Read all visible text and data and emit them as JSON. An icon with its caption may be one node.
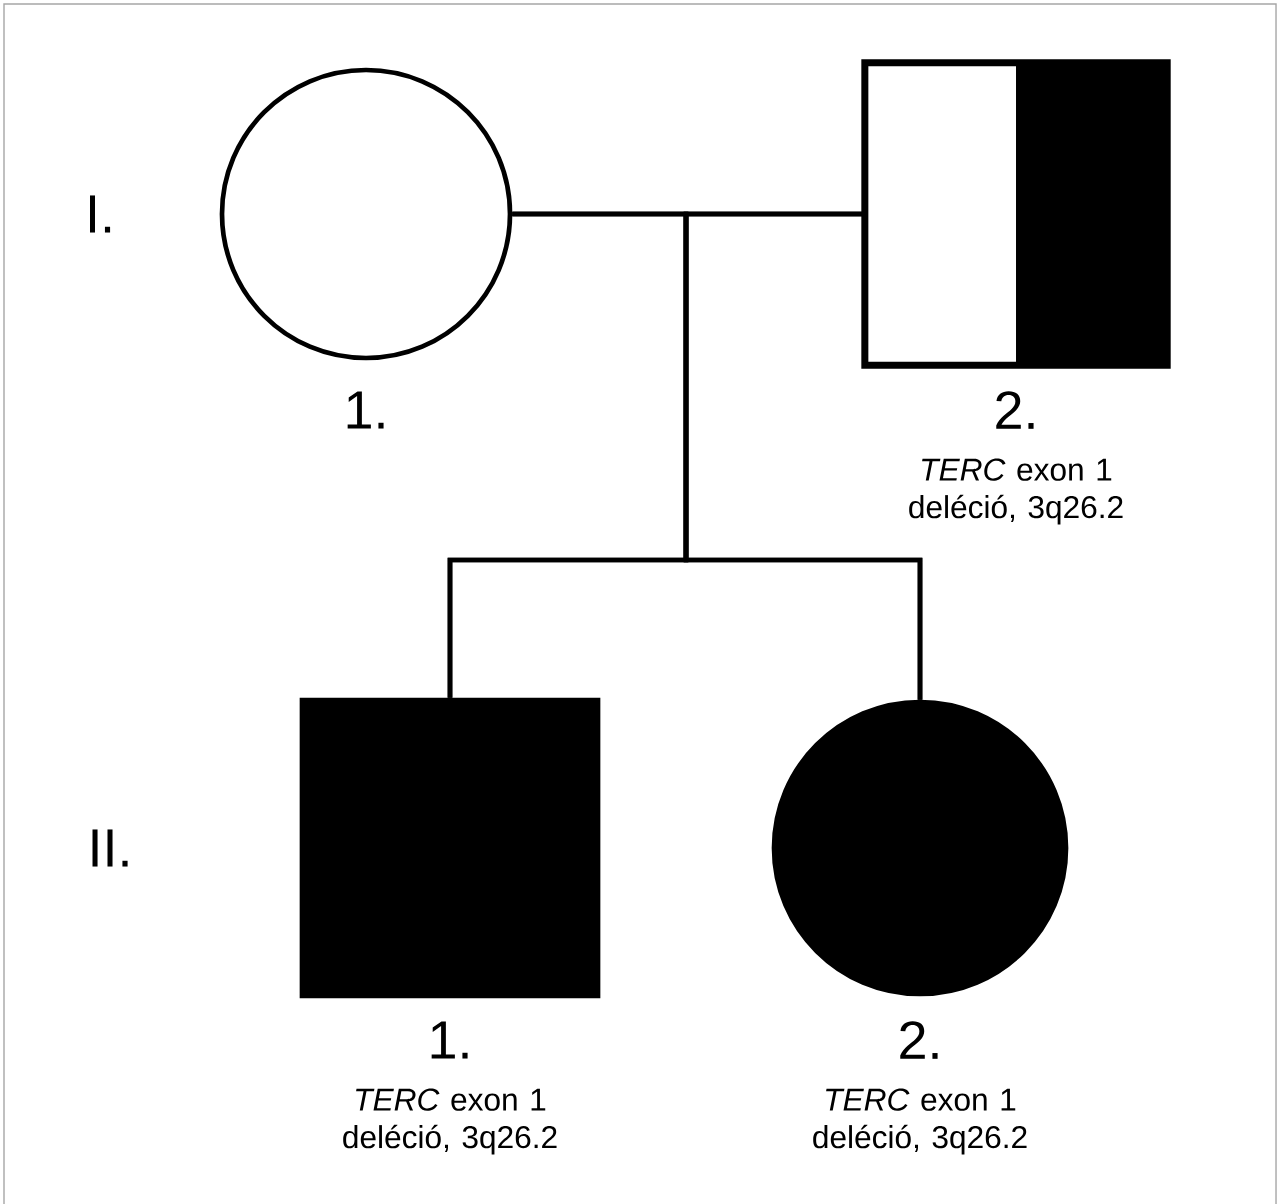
{
  "diagram": {
    "nodes": [
      {
        "text": [],
        "shape": "circle",
        "beside": [
          "1."
        ]
      },
      {
        "text": [],
        "shape": "box",
        "beside": [
          "2.",
          "*TERC* exon 1 deléció, 3q26.2"
        ]
      },
      {
        "text": [],
        "shape": "box",
        "beside": [
          "1.",
          "*TERC* exon 1 deléció, 3q26.2"
        ]
      },
      {
        "text": [],
        "shape": "circle",
        "beside": [
          "2.",
          "*TERC* exon 1 deléció, 3q26.2"
        ]
      }
    ],
    "edges": [
      {
        "from": 0,
        "to": 1,
        "arrow": "none"
      },
      {
        "from": 0,
        "to": 2,
        "arrow": "none"
      },
      {
        "from": 0,
        "to": 3,
        "arrow": "none"
      },
      {
        "from": 1,
        "to": 2,
        "arrow": "none"
      },
      {
        "from": 1,
        "to": 3,
        "arrow": "none"
      }
    ],
    "labels": [
      "I.",
      "II."
    ]
  }
}
